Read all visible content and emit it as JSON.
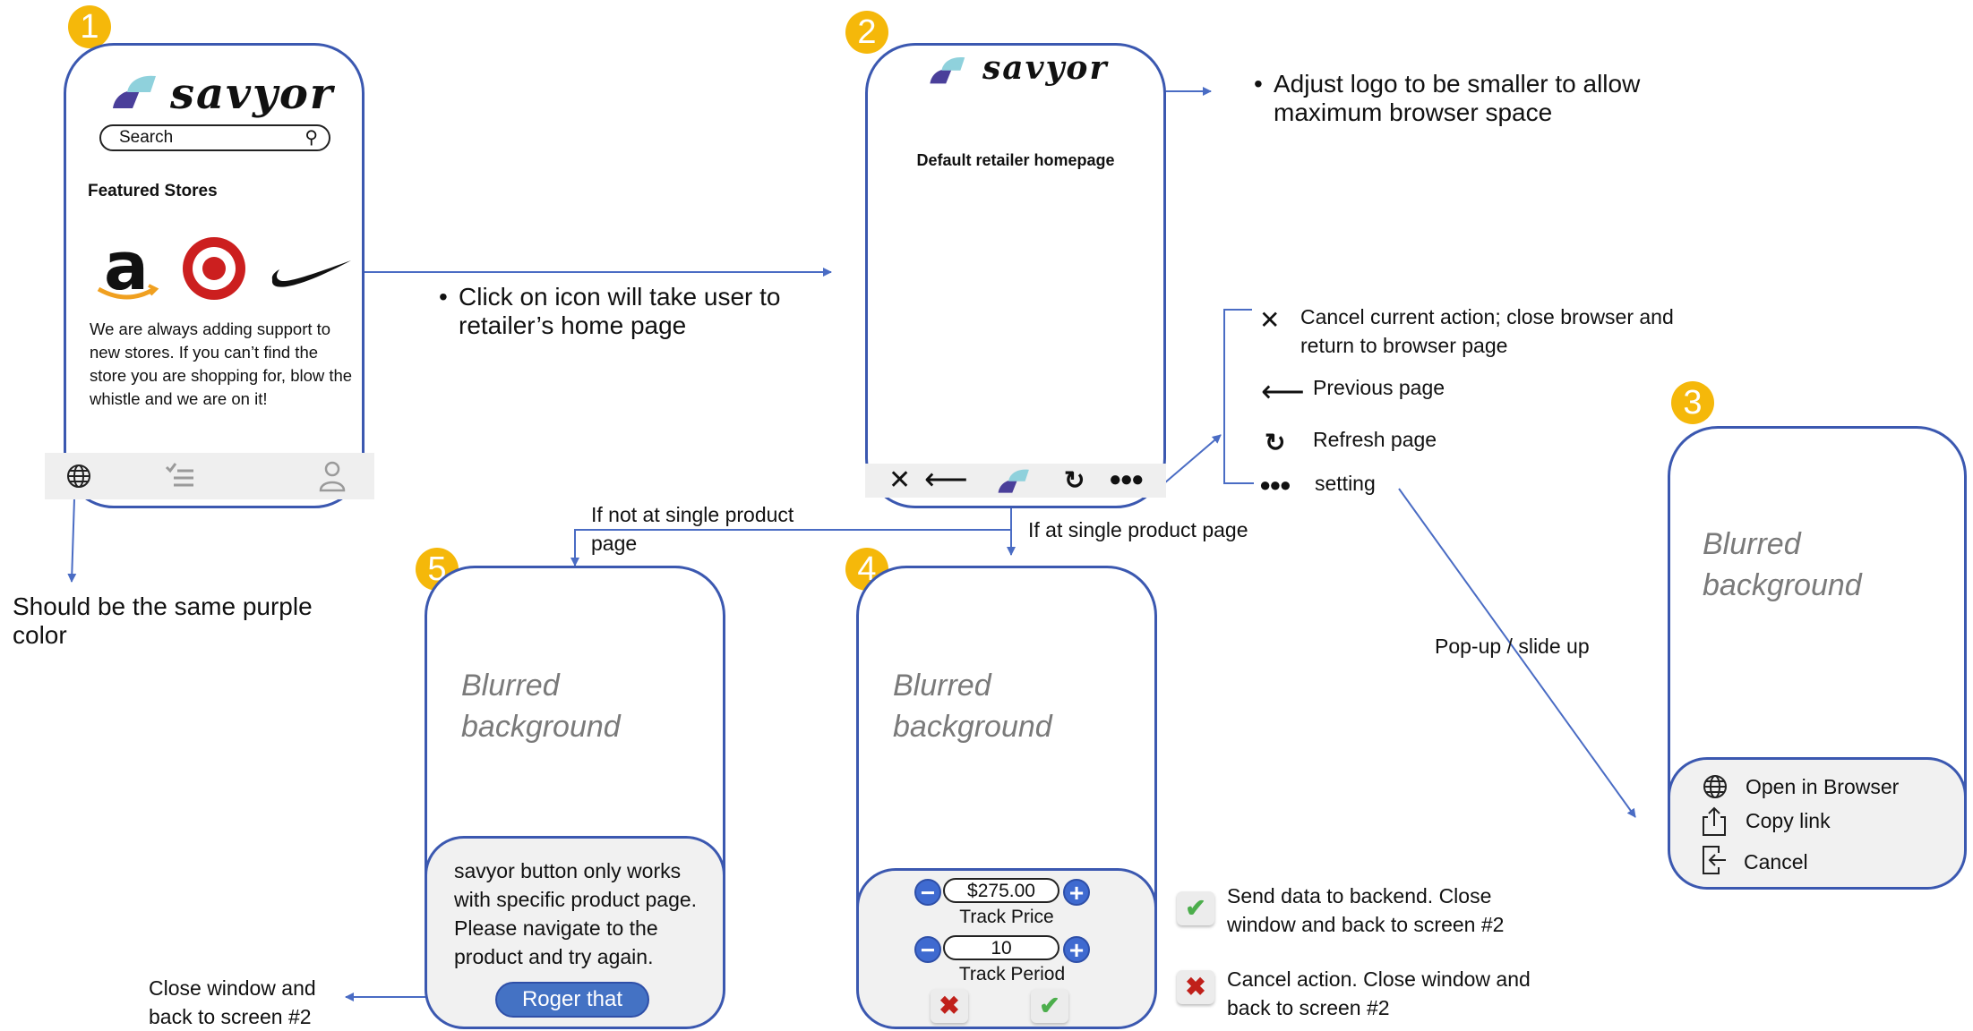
{
  "badges": [
    "1",
    "2",
    "3",
    "4",
    "5"
  ],
  "logo_text": "savyor",
  "screen1": {
    "search_placeholder": "Search",
    "featured_label": "Featured Stores",
    "support_text": "We are always adding support to new stores. If you can’t find the store you are shopping for, blow the whistle and we are on it!",
    "store_logos": [
      "amazon-logo",
      "target-logo",
      "nike-logo"
    ]
  },
  "notes": {
    "click_icon": "Click on icon will take user to retailer’s home page",
    "same_purple": "Should be the same purple color",
    "adjust_logo": "Adjust logo to be smaller to allow maximum browser space",
    "not_single": "If not at single product page",
    "at_single": "If at single product page",
    "popup": "Pop-up / slide up",
    "close_back_5": "Close window and back to screen #2",
    "send_data": "Send data to backend. Close window and back to screen #2",
    "cancel_action": "Cancel action. Close window and back to screen #2"
  },
  "screen2": {
    "default_text": "Default retailer homepage"
  },
  "legend": {
    "cancel": "Cancel current action; close browser and return to  browser page",
    "previous": "Previous page",
    "refresh": "Refresh page",
    "setting": "setting"
  },
  "blurred": "Blurred background",
  "screen3": {
    "open_browser": "Open in Browser",
    "copy_link": "Copy link",
    "cancel": "Cancel"
  },
  "screen4": {
    "price_value": "$275.00",
    "price_label": "Track Price",
    "period_value": "10",
    "period_label": "Track Period"
  },
  "screen5": {
    "message": "savyor button only works with specific product page. Please navigate to the product and try again.",
    "button_label": "Roger that"
  },
  "colors": {
    "accent_blue": "#3b58b0",
    "badge_yellow": "#f5b80a",
    "button_blue": "#4472c4",
    "check_green": "#4cae4c",
    "cross_red": "#c0201a"
  }
}
